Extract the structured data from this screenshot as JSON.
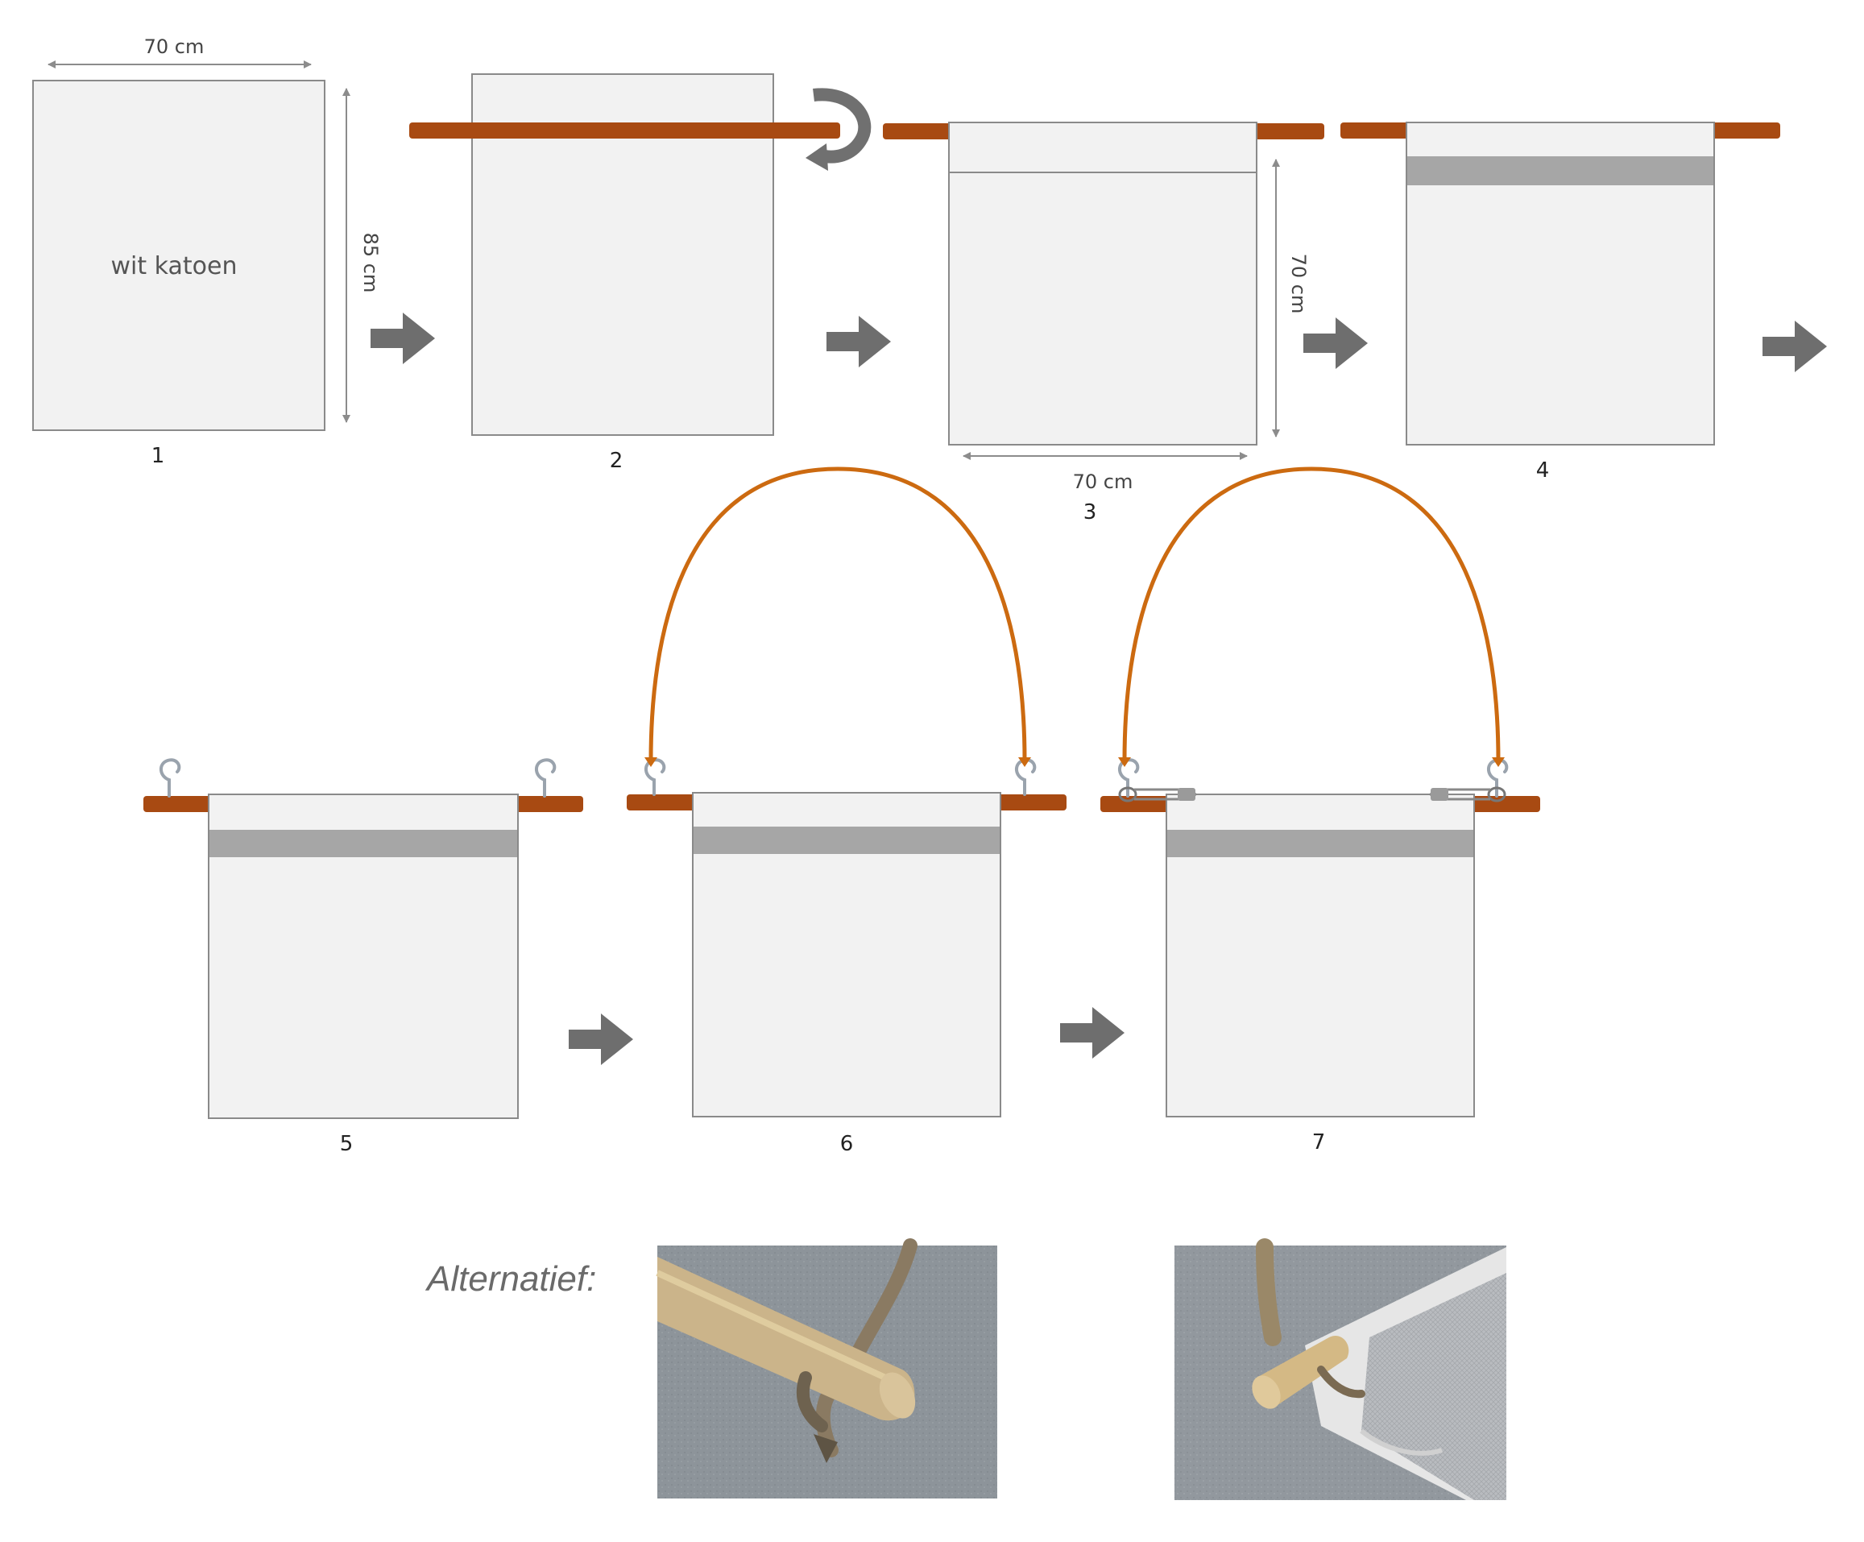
{
  "diagram": {
    "steps": [
      "1",
      "2",
      "3",
      "4",
      "5",
      "6",
      "7"
    ],
    "dimensions": {
      "step1_width": "70 cm",
      "step1_height": "85 cm",
      "step3_height": "70 cm",
      "step3_width": "70 cm"
    },
    "material_label": "wit katoen",
    "alternative_label": "Alternatief:",
    "colors": {
      "cloth": "#f2f2f2",
      "hem": "#a6a6a6",
      "rod": "#a84a12",
      "rope": "#cc6a10",
      "arrow": "#6e6e6e"
    },
    "photos": [
      {
        "subject": "wooden rod with knotted rope"
      },
      {
        "subject": "wooden rod with rope inside taped cloth hem"
      }
    ]
  }
}
